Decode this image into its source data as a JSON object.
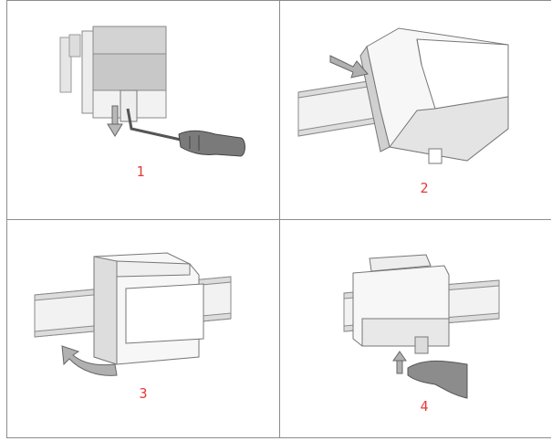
{
  "steps": [
    {
      "label": "1",
      "icon": "din-module-screwdriver-release"
    },
    {
      "label": "2",
      "icon": "din-module-tilt-onto-rail"
    },
    {
      "label": "3",
      "icon": "din-module-rotate-down"
    },
    {
      "label": "4",
      "icon": "din-module-clip-lock"
    }
  ],
  "colors": {
    "label": "#e53935",
    "border": "#8c8c8c",
    "module": "#f2f2f2",
    "shade": "#cfcfcf",
    "arrow": "#a9a9a9"
  }
}
